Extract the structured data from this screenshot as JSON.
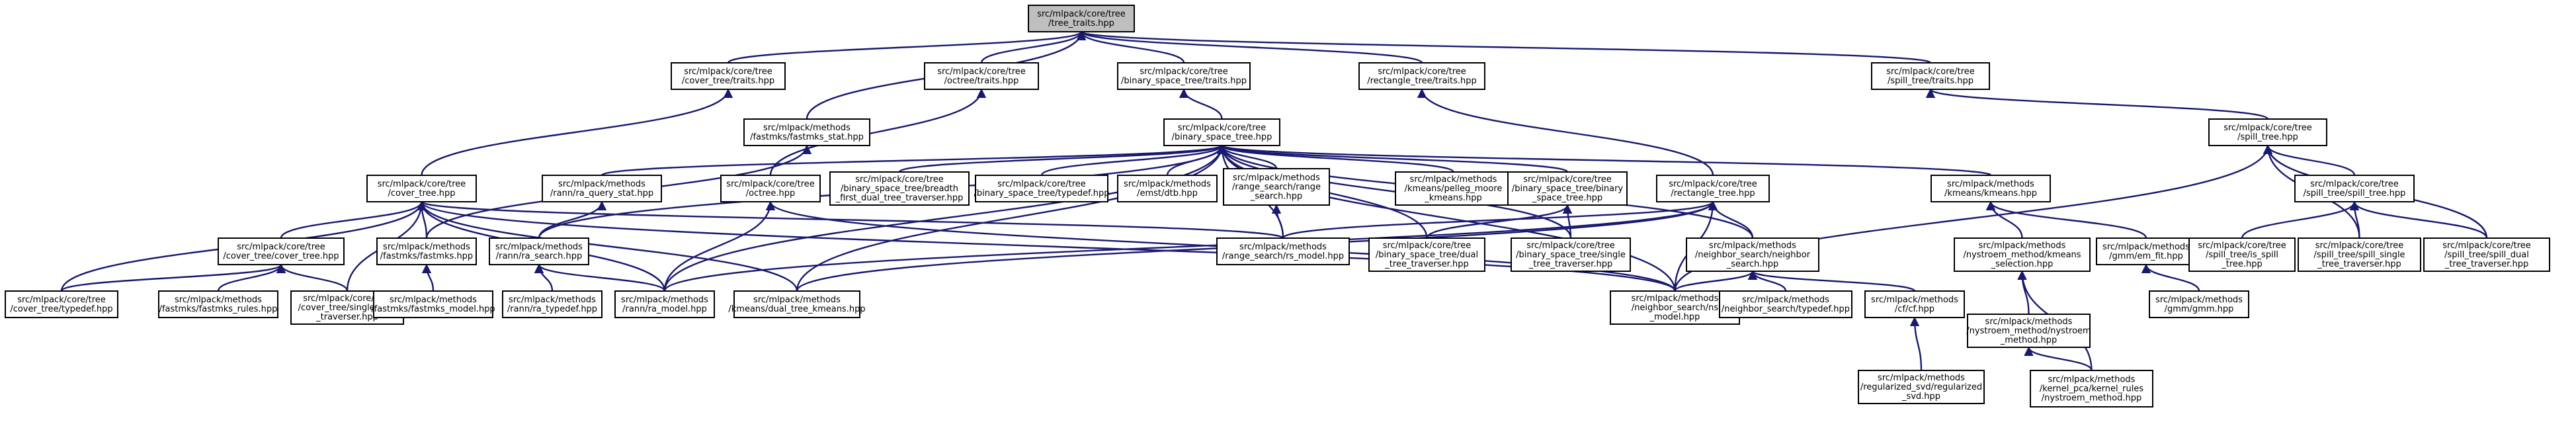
{
  "colors": {
    "edge": "#191970",
    "root_fill": "#bfbfbf",
    "node_fill": "#ffffff",
    "node_border": "#000000"
  },
  "nodes": [
    {
      "id": "root",
      "lines": [
        "src/mlpack/core/tree",
        "/tree_traits.hpp"
      ],
      "root": true
    },
    {
      "id": "cover_traits",
      "lines": [
        "src/mlpack/core/tree",
        "/cover_tree/traits.hpp"
      ]
    },
    {
      "id": "octree_traits",
      "lines": [
        "src/mlpack/core/tree",
        "/octree/traits.hpp"
      ]
    },
    {
      "id": "bst_traits",
      "lines": [
        "src/mlpack/core/tree",
        "/binary_space_tree/traits.hpp"
      ]
    },
    {
      "id": "rect_traits",
      "lines": [
        "src/mlpack/core/tree",
        "/rectangle_tree/traits.hpp"
      ]
    },
    {
      "id": "spill_traits",
      "lines": [
        "src/mlpack/core/tree",
        "/spill_tree/traits.hpp"
      ]
    },
    {
      "id": "fastmks_stat",
      "lines": [
        "src/mlpack/methods",
        "/fastmks/fastmks_stat.hpp"
      ]
    },
    {
      "id": "bst",
      "lines": [
        "src/mlpack/core/tree",
        "/binary_space_tree.hpp"
      ]
    },
    {
      "id": "spill_tree",
      "lines": [
        "src/mlpack/core/tree",
        "/spill_tree.hpp"
      ]
    },
    {
      "id": "cover_tree",
      "lines": [
        "src/mlpack/core/tree",
        "/cover_tree.hpp"
      ]
    },
    {
      "id": "rs_query_stat",
      "lines": [
        "src/mlpack/methods",
        "/rann/ra_query_stat.hpp"
      ]
    },
    {
      "id": "octree",
      "lines": [
        "src/mlpack/core/tree",
        "/octree.hpp"
      ]
    },
    {
      "id": "breadth_first",
      "lines": [
        "src/mlpack/core/tree",
        "/binary_space_tree/breadth",
        "_first_dual_tree_traverser.hpp"
      ]
    },
    {
      "id": "bst_typedef",
      "lines": [
        "src/mlpack/core/tree",
        "/binary_space_tree/typedef.hpp"
      ]
    },
    {
      "id": "emst_dtb",
      "lines": [
        "src/mlpack/methods",
        "/emst/dtb.hpp"
      ]
    },
    {
      "id": "range_search",
      "lines": [
        "src/mlpack/methods",
        "/range_search/range",
        "_search.hpp"
      ]
    },
    {
      "id": "pelleg_moore",
      "lines": [
        "src/mlpack/methods",
        "/kmeans/pelleg_moore",
        "_kmeans.hpp"
      ]
    },
    {
      "id": "bst_binary",
      "lines": [
        "src/mlpack/core/tree",
        "/binary_space_tree/binary",
        "_space_tree.hpp"
      ]
    },
    {
      "id": "rectangle_tree",
      "lines": [
        "src/mlpack/core/tree",
        "/rectangle_tree.hpp"
      ]
    },
    {
      "id": "kmeans",
      "lines": [
        "src/mlpack/methods",
        "/kmeans/kmeans.hpp"
      ]
    },
    {
      "id": "spill_spill",
      "lines": [
        "src/mlpack/core/tree",
        "/spill_tree/spill_tree.hpp"
      ]
    },
    {
      "id": "ct_cover",
      "lines": [
        "src/mlpack/core/tree",
        "/cover_tree/cover_tree.hpp"
      ]
    },
    {
      "id": "fastmks",
      "lines": [
        "src/mlpack/methods",
        "/fastmks/fastmks.hpp"
      ]
    },
    {
      "id": "ra_search",
      "lines": [
        "src/mlpack/methods",
        "/rann/ra_search.hpp"
      ]
    },
    {
      "id": "rs_model",
      "lines": [
        "src/mlpack/methods",
        "/range_search/rs_model.hpp"
      ]
    },
    {
      "id": "bst_dual",
      "lines": [
        "src/mlpack/core/tree",
        "/binary_space_tree/dual",
        "_tree_traverser.hpp"
      ]
    },
    {
      "id": "bst_single",
      "lines": [
        "src/mlpack/core/tree",
        "/binary_space_tree/single",
        "_tree_traverser.hpp"
      ]
    },
    {
      "id": "ns_ns",
      "lines": [
        "src/mlpack/methods",
        "/neighbor_search/neighbor",
        "_search.hpp"
      ]
    },
    {
      "id": "nystroem_kmeans",
      "lines": [
        "src/mlpack/methods",
        "/nystroem_method/kmeans",
        "_selection.hpp"
      ]
    },
    {
      "id": "em_fit",
      "lines": [
        "src/mlpack/methods",
        "/gmm/em_fit.hpp"
      ]
    },
    {
      "id": "is_spill",
      "lines": [
        "src/mlpack/core/tree",
        "/spill_tree/is_spill",
        "_tree.hpp"
      ]
    },
    {
      "id": "spill_single",
      "lines": [
        "src/mlpack/core/tree",
        "/spill_tree/spill_single",
        "_tree_traverser.hpp"
      ]
    },
    {
      "id": "spill_dual",
      "lines": [
        "src/mlpack/core/tree",
        "/spill_tree/spill_dual",
        "_tree_traverser.hpp"
      ]
    },
    {
      "id": "ct_typedef",
      "lines": [
        "src/mlpack/core/tree",
        "/cover_tree/typedef.hpp"
      ]
    },
    {
      "id": "fastmks_rules",
      "lines": [
        "src/mlpack/methods",
        "/fastmks/fastmks_rules.hpp"
      ]
    },
    {
      "id": "ct_single",
      "lines": [
        "src/mlpack/core/tree",
        "/cover_tree/single_tree",
        "_traverser.hpp"
      ]
    },
    {
      "id": "fastmks_model",
      "lines": [
        "src/mlpack/methods",
        "/fastmks/fastmks_model.hpp"
      ]
    },
    {
      "id": "ra_typedef",
      "lines": [
        "src/mlpack/methods",
        "/rann/ra_typedef.hpp"
      ]
    },
    {
      "id": "ra_model",
      "lines": [
        "src/mlpack/methods",
        "/rann/ra_model.hpp"
      ]
    },
    {
      "id": "dual_tree_kmeans",
      "lines": [
        "src/mlpack/methods",
        "/kmeans/dual_tree_kmeans.hpp"
      ]
    },
    {
      "id": "ns_model",
      "lines": [
        "src/mlpack/methods",
        "/neighbor_search/ns",
        "_model.hpp"
      ]
    },
    {
      "id": "ns_typedef",
      "lines": [
        "src/mlpack/methods",
        "/neighbor_search/typedef.hpp"
      ]
    },
    {
      "id": "cf",
      "lines": [
        "src/mlpack/methods",
        "/cf/cf.hpp"
      ]
    },
    {
      "id": "nystroem_method",
      "lines": [
        "src/mlpack/methods",
        "/nystroem_method/nystroem",
        "_method.hpp"
      ]
    },
    {
      "id": "gmm",
      "lines": [
        "src/mlpack/methods",
        "/gmm/gmm.hpp"
      ]
    },
    {
      "id": "reg_svd",
      "lines": [
        "src/mlpack/methods",
        "/regularized_svd/regularized",
        "_svd.hpp"
      ]
    },
    {
      "id": "kernel_pca",
      "lines": [
        "src/mlpack/methods",
        "/kernel_pca/kernel_rules",
        "/nystroem_method.hpp"
      ]
    }
  ],
  "edges": [
    [
      "cover_traits",
      "root"
    ],
    [
      "octree_traits",
      "root"
    ],
    [
      "bst_traits",
      "root"
    ],
    [
      "rect_traits",
      "root"
    ],
    [
      "spill_traits",
      "root"
    ],
    [
      "fastmks_stat",
      "root"
    ],
    [
      "bst",
      "bst_traits"
    ],
    [
      "spill_tree",
      "spill_traits"
    ],
    [
      "cover_tree",
      "cover_traits"
    ],
    [
      "fastmks",
      "fastmks_stat"
    ],
    [
      "octree",
      "octree_traits"
    ],
    [
      "rectangle_tree",
      "rect_traits"
    ],
    [
      "ns_model",
      "spill_tree"
    ],
    [
      "rs_query_stat",
      "bst"
    ],
    [
      "breadth_first",
      "bst"
    ],
    [
      "bst_typedef",
      "bst"
    ],
    [
      "emst_dtb",
      "bst"
    ],
    [
      "range_search",
      "bst"
    ],
    [
      "pelleg_moore",
      "bst"
    ],
    [
      "bst_binary",
      "bst"
    ],
    [
      "kmeans",
      "bst"
    ],
    [
      "ra_search",
      "bst"
    ],
    [
      "rs_model",
      "bst"
    ],
    [
      "bst_dual",
      "bst"
    ],
    [
      "bst_single",
      "bst"
    ],
    [
      "ns_ns",
      "bst"
    ],
    [
      "ra_model",
      "bst"
    ],
    [
      "dual_tree_kmeans",
      "bst"
    ],
    [
      "ns_model",
      "bst"
    ],
    [
      "ct_cover",
      "cover_tree"
    ],
    [
      "fastmks",
      "cover_tree"
    ],
    [
      "rs_model",
      "cover_tree"
    ],
    [
      "ct_typedef",
      "cover_tree"
    ],
    [
      "ct_single",
      "cover_tree"
    ],
    [
      "ra_model",
      "cover_tree"
    ],
    [
      "dual_tree_kmeans",
      "cover_tree"
    ],
    [
      "ns_model",
      "cover_tree"
    ],
    [
      "ct_typedef",
      "ct_cover"
    ],
    [
      "fastmks_rules",
      "ct_cover"
    ],
    [
      "ct_single",
      "ct_cover"
    ],
    [
      "fastmks_model",
      "fastmks"
    ],
    [
      "ra_search",
      "rs_query_stat"
    ],
    [
      "ra_typedef",
      "ra_search"
    ],
    [
      "ra_model",
      "ra_search"
    ],
    [
      "rs_model",
      "range_search"
    ],
    [
      "ra_model",
      "octree"
    ],
    [
      "ns_model",
      "octree"
    ],
    [
      "rs_model",
      "rectangle_tree"
    ],
    [
      "ns_ns",
      "rectangle_tree"
    ],
    [
      "ra_model",
      "rectangle_tree"
    ],
    [
      "dual_tree_kmeans",
      "rectangle_tree"
    ],
    [
      "ns_model",
      "rectangle_tree"
    ],
    [
      "bst_dual",
      "bst_binary"
    ],
    [
      "bst_single",
      "bst_binary"
    ],
    [
      "ns_model",
      "ns_ns"
    ],
    [
      "ns_typedef",
      "ns_ns"
    ],
    [
      "cf",
      "ns_ns"
    ],
    [
      "reg_svd",
      "cf"
    ],
    [
      "nystroem_kmeans",
      "kmeans"
    ],
    [
      "em_fit",
      "kmeans"
    ],
    [
      "gmm",
      "em_fit"
    ],
    [
      "nystroem_method",
      "nystroem_kmeans"
    ],
    [
      "kernel_pca",
      "nystroem_kmeans"
    ],
    [
      "kernel_pca",
      "nystroem_method"
    ],
    [
      "spill_spill",
      "spill_tree"
    ],
    [
      "is_spill",
      "spill_spill"
    ],
    [
      "spill_single",
      "spill_spill"
    ],
    [
      "spill_dual",
      "spill_spill"
    ],
    [
      "spill_single",
      "spill_tree"
    ],
    [
      "spill_dual",
      "spill_tree"
    ]
  ]
}
